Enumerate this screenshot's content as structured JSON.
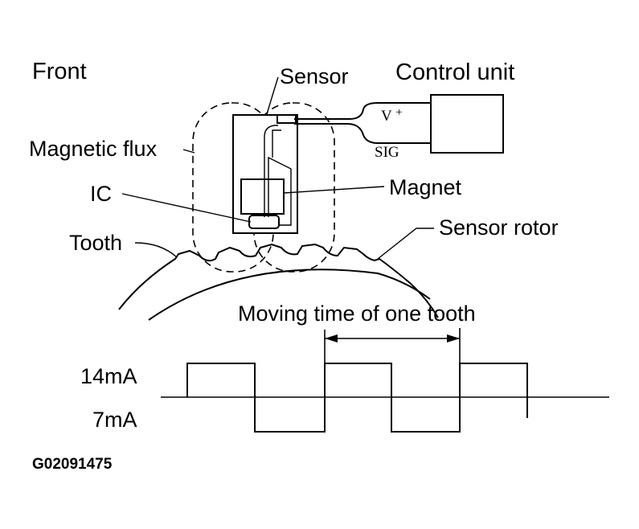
{
  "labels": {
    "front": "Front",
    "sensor": "Sensor",
    "control_unit": "Control unit",
    "v_plus": "V",
    "v_plus_sup": "+",
    "sig": "SIG",
    "magnetic_flux": "Magnetic flux",
    "magnet": "Magnet",
    "ic": "IC",
    "tooth": "Tooth",
    "sensor_rotor": "Sensor rotor",
    "moving_time": "Moving time of one tooth",
    "high_current": "14mA",
    "low_current": "7mA",
    "figure_code": "G02091475"
  },
  "waveform": {
    "levels": [
      "14mA",
      "7mA"
    ],
    "pattern": [
      "high",
      "low",
      "high",
      "low",
      "high"
    ]
  }
}
